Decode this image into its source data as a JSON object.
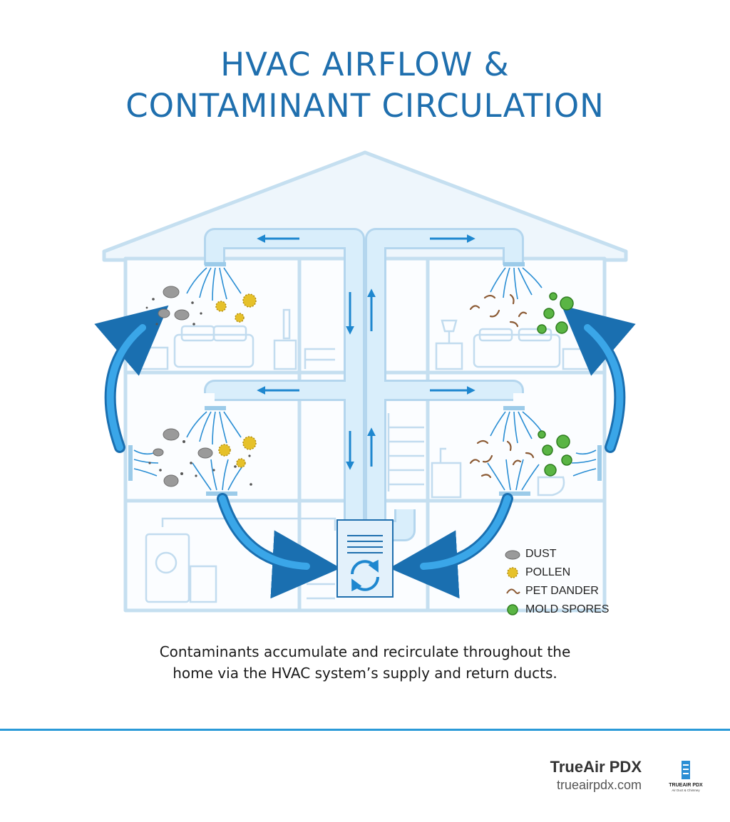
{
  "title_lines": [
    "HVAC AIRFLOW &",
    "CONTAMINANT CIRCULATION"
  ],
  "legend": [
    {
      "icon": "dust-icon",
      "label": "DUST"
    },
    {
      "icon": "pollen-icon",
      "label": "POLLEN"
    },
    {
      "icon": "pet-dander-icon",
      "label": "PET DANDER"
    },
    {
      "icon": "mold-spores-icon",
      "label": "MOLD SPORES"
    }
  ],
  "caption_lines": [
    "Contaminants accumulate and recirculate throughout the",
    "home via the HVAC system’s supply and return ducts."
  ],
  "brand": {
    "name": "TrueAir PDX",
    "url": "trueairpdx.com",
    "logo_text": "TRUEAIR PDX",
    "logo_subtext": "Air Duct & Chimney"
  },
  "colors": {
    "accent": "#1f6fae",
    "duct": "#d6ecf9",
    "arrow": "#1e87cf",
    "dust": "#8a8a8a",
    "pollen": "#e0b81c",
    "pet_dander": "#8b5a34",
    "mold": "#4ea83a"
  }
}
